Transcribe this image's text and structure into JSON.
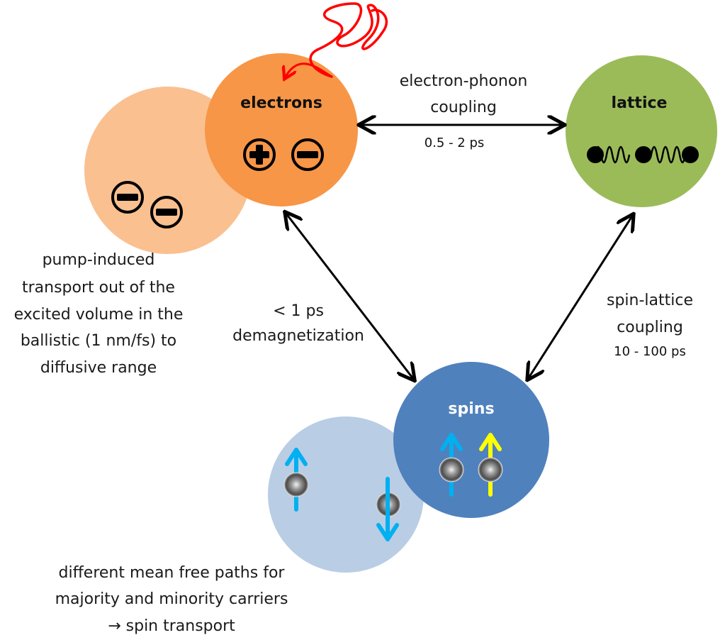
{
  "colors": {
    "electrons": "#f79646",
    "electrons_transport": "#fac090",
    "lattice": "#9bbb59",
    "spins": "#4f81bd",
    "spins_transport": "#b9cde5",
    "pulse": "#ff0000",
    "spin_majority": "#00b0f0",
    "spin_yellow": "#ffff00",
    "arrow": "#000000"
  },
  "nodes": {
    "electrons": {
      "title": "electrons",
      "charges": [
        "plus-icon",
        "minus-icon"
      ]
    },
    "lattice": {
      "title": "lattice",
      "icon": "phonon-chain-icon"
    },
    "spins": {
      "title": "spins",
      "icons": [
        "spin-up-blue-icon",
        "spin-up-yellow-icon"
      ]
    },
    "electron_transport": {
      "charges": [
        "minus-icon",
        "minus-icon"
      ]
    },
    "spin_transport": {
      "icons": [
        "spin-up-blue-icon",
        "spin-down-blue-icon"
      ]
    }
  },
  "couplings": {
    "electron_phonon": {
      "label_line1": "electron-phonon",
      "label_line2": "coupling",
      "time": "0.5 - 2 ps"
    },
    "demagnetization": {
      "time": "< 1 ps",
      "label": "demagnetization"
    },
    "spin_lattice": {
      "label_line1": "spin-lattice",
      "label_line2": "coupling",
      "time": "10 - 100 ps"
    }
  },
  "annotations": {
    "electron_transport": [
      "pump-induced",
      "transport out of the",
      "excited volume in the",
      "ballistic  (1 nm/fs) to",
      "diffusive range"
    ],
    "spin_transport": [
      "different mean free paths for",
      "majority and minority carriers",
      "→ spin transport"
    ]
  },
  "pulse": {
    "icon": "laser-pulse-icon"
  }
}
